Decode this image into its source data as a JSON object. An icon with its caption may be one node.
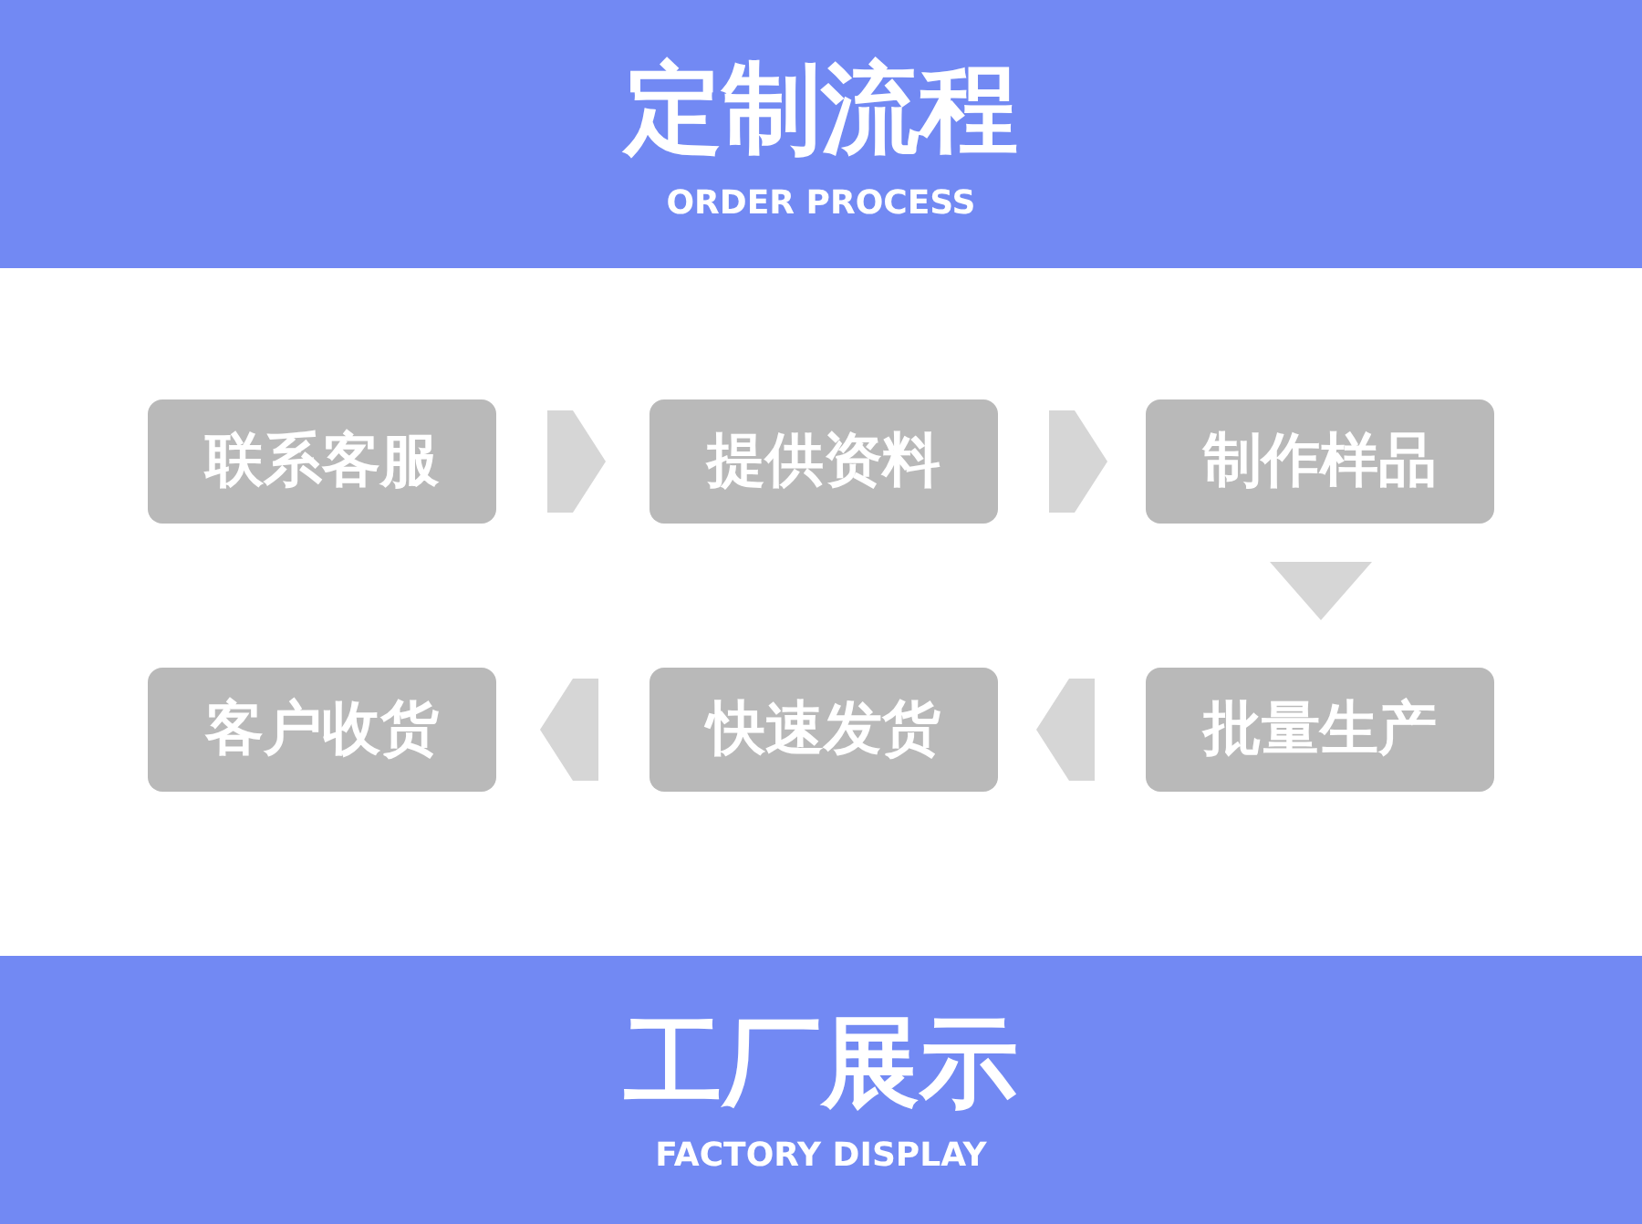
{
  "diagram": {
    "nodes": [
      {
        "text": [
          "定制流程",
          "ORDER PROCESS"
        ]
      },
      {
        "text": [
          "联系客服"
        ]
      },
      {
        "text": [
          "提供资料"
        ]
      },
      {
        "text": [
          "制作样品"
        ]
      },
      {
        "text": [
          "客户收货"
        ]
      },
      {
        "text": [
          "快速发货"
        ]
      },
      {
        "text": [
          "批量生产"
        ]
      },
      {
        "text": [
          "工厂展示",
          "FACTORY DISPLAY"
        ]
      }
    ],
    "edges": [
      {
        "from": 1,
        "to": 2,
        "arrow": "to"
      },
      {
        "from": 2,
        "to": 3,
        "arrow": "to"
      },
      {
        "from": 3,
        "to": 6,
        "arrow": "to"
      },
      {
        "from": 6,
        "to": 5,
        "arrow": "to"
      },
      {
        "from": 5,
        "to": 4,
        "arrow": "to"
      }
    ]
  }
}
